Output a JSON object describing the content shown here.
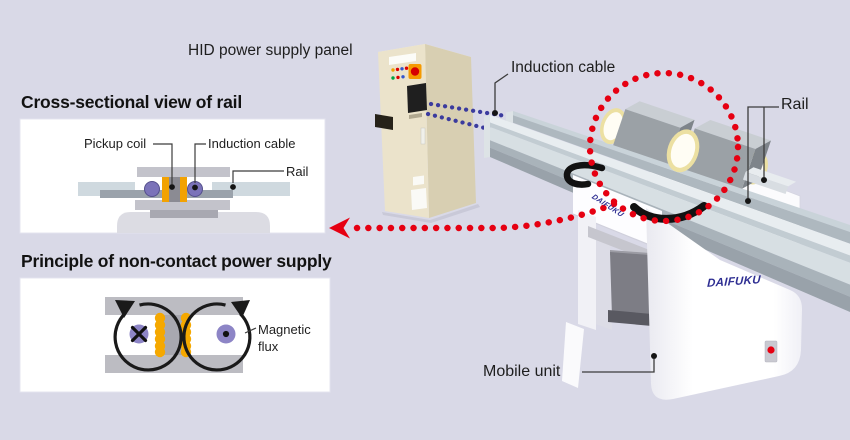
{
  "page": {
    "background": "#d9d9e7"
  },
  "colors": {
    "accent_red": "#e60012",
    "cable_blue": "#3b3b9e",
    "coil_orange": "#f5a800",
    "brand_blue": "#2e2e92",
    "rail_gray": "#aeb8bf",
    "panel_beige": "#ebe3cb"
  },
  "diagram": {
    "hid_panel_label": "HID power supply panel",
    "induction_cable_label": "Induction cable",
    "rail_label": "Rail",
    "mobile_unit_label": "Mobile unit",
    "brand": "DAIFUKU"
  },
  "cross_section": {
    "title": "Cross-sectional view of rail",
    "pickup_coil_label": "Pickup coil",
    "induction_cable_label": "Induction cable",
    "rail_label": "Rail"
  },
  "principle": {
    "title": "Principle of non-contact power supply",
    "magnetic_flux_label": "Magnetic flux"
  }
}
